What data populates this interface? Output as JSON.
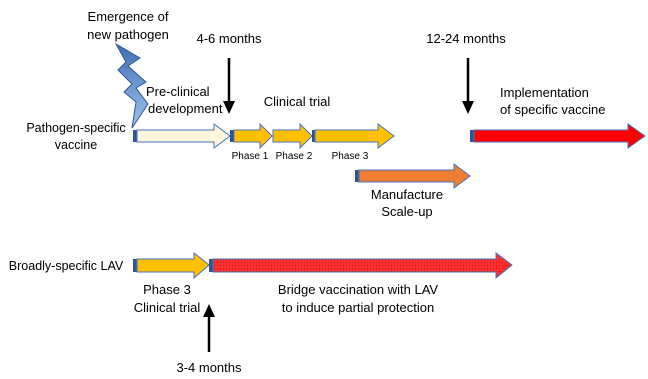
{
  "labels": {
    "emergence_line1": "Emergence of",
    "emergence_line2": "new pathogen",
    "time_4_6": "4-6 months",
    "time_12_24": "12-24 months",
    "time_3_4": "3-4 months",
    "preclinical_line1": "Pre-clinical",
    "preclinical_line2": "development",
    "clinical_trial": "Clinical trial",
    "implementation_line1": "Implementation",
    "implementation_line2": "of specific vaccine",
    "pathogen_vaccine_line1": "Pathogen-specific",
    "pathogen_vaccine_line2": "vaccine",
    "phase1": "Phase 1",
    "phase2": "Phase 2",
    "phase3": "Phase 3",
    "manufacture_line1": "Manufacture",
    "manufacture_line2": "Scale-up",
    "broadly_lav": "Broadly-specific LAV",
    "lav_phase3_line1": "Phase 3",
    "lav_phase3_line2": "Clinical trial",
    "bridge_line1": "Bridge vaccination with LAV",
    "bridge_line2": "to induce partial protection"
  },
  "colors": {
    "preclinical_fill": "#fdf6dc",
    "phase_fill": "#ffc000",
    "manufacture_fill": "#ed7d31",
    "implementation_fill": "#ff0000",
    "bridge_fill": "#ff2a2a",
    "outline_blue": "#4472c4",
    "start_marker": "#2f5597",
    "lightning_blue": "#5b9bd5"
  }
}
